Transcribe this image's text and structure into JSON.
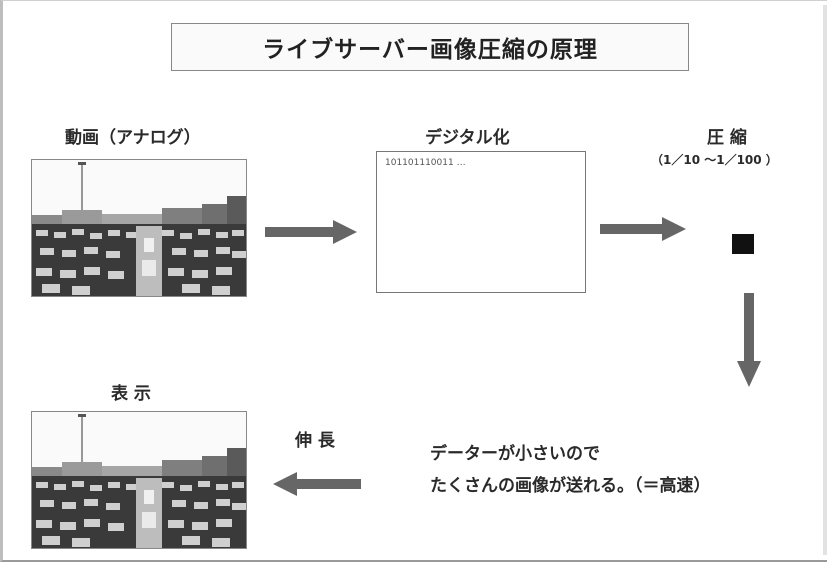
{
  "title": "ライブサーバー画像圧縮の原理",
  "labels": {
    "analog": "動画（アナログ）",
    "digital": "デジタル化",
    "compress": "圧 縮",
    "ratio": "（1／10 ～1／100 ）",
    "display": "表 示",
    "expand": "伸 長"
  },
  "bits": "101101110011 …",
  "message": {
    "line1": "データーが小さいので",
    "line2": "たくさんの画像が送れる。（＝高速）"
  },
  "icons": {
    "photo": "parking-lot-photo",
    "arrow": "arrow-icon",
    "compressed": "compressed-block"
  },
  "colors": {
    "arrow": "#666666",
    "block": "#111111"
  }
}
